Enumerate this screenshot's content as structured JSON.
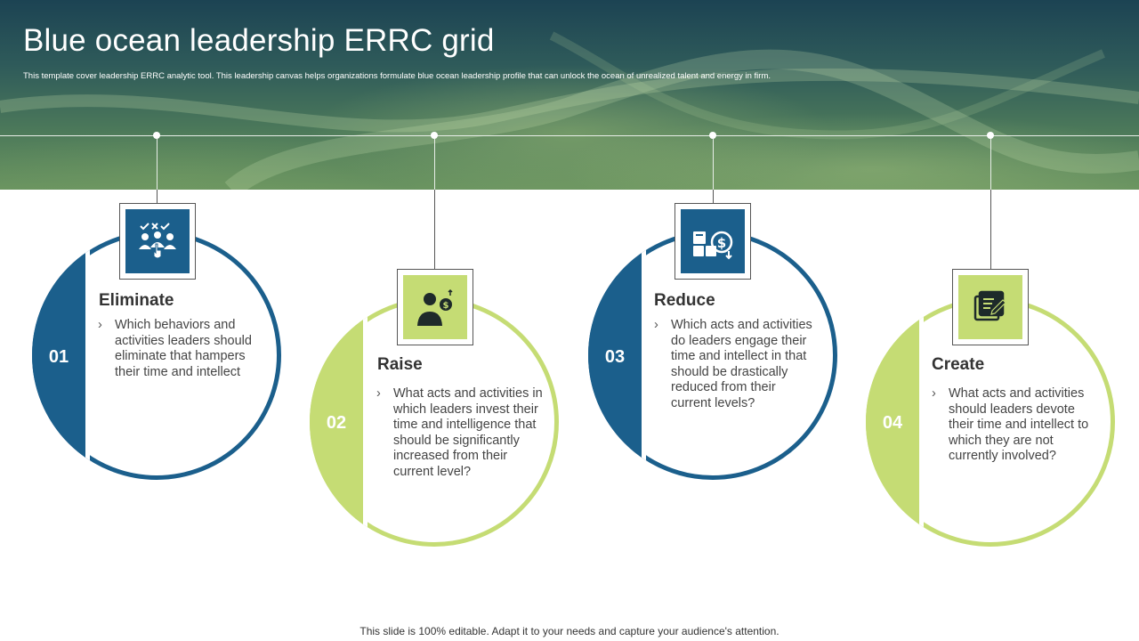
{
  "header": {
    "title": "Blue ocean leadership  ERRC grid",
    "subtitle": "This template  cover leadership ERRC  analytic tool.  This leadership canvas helps organizations formulate blue ocean leadership profile that can unlock the ocean of unrealized talent and energy in  firm."
  },
  "colors": {
    "blue": "#1b5f8c",
    "green": "#c5dc74"
  },
  "cards": [
    {
      "number": "01",
      "heading": "Eliminate",
      "text": "Which behaviors and activities leaders should eliminate that hampers their time and intellect",
      "icon": "team-vote-icon",
      "color": "blue"
    },
    {
      "number": "02",
      "heading": "Raise",
      "text": "What acts and activities in which leaders invest their time and intelligence that should be significantly increased from their current level?",
      "icon": "person-money-icon",
      "color": "green"
    },
    {
      "number": "03",
      "heading": "Reduce",
      "text": "Which acts and activities do leaders engage their time and intellect in that should be drastically reduced from their current levels?",
      "icon": "cost-reduction-icon",
      "color": "blue"
    },
    {
      "number": "04",
      "heading": "Create",
      "text": "What acts and activities should leaders devote their time and intellect to which they are not currently involved?",
      "icon": "edit-document-icon",
      "color": "green"
    }
  ],
  "bullet_marker": "›",
  "footer": "This slide is 100% editable. Adapt it to your needs and capture your audience's attention."
}
